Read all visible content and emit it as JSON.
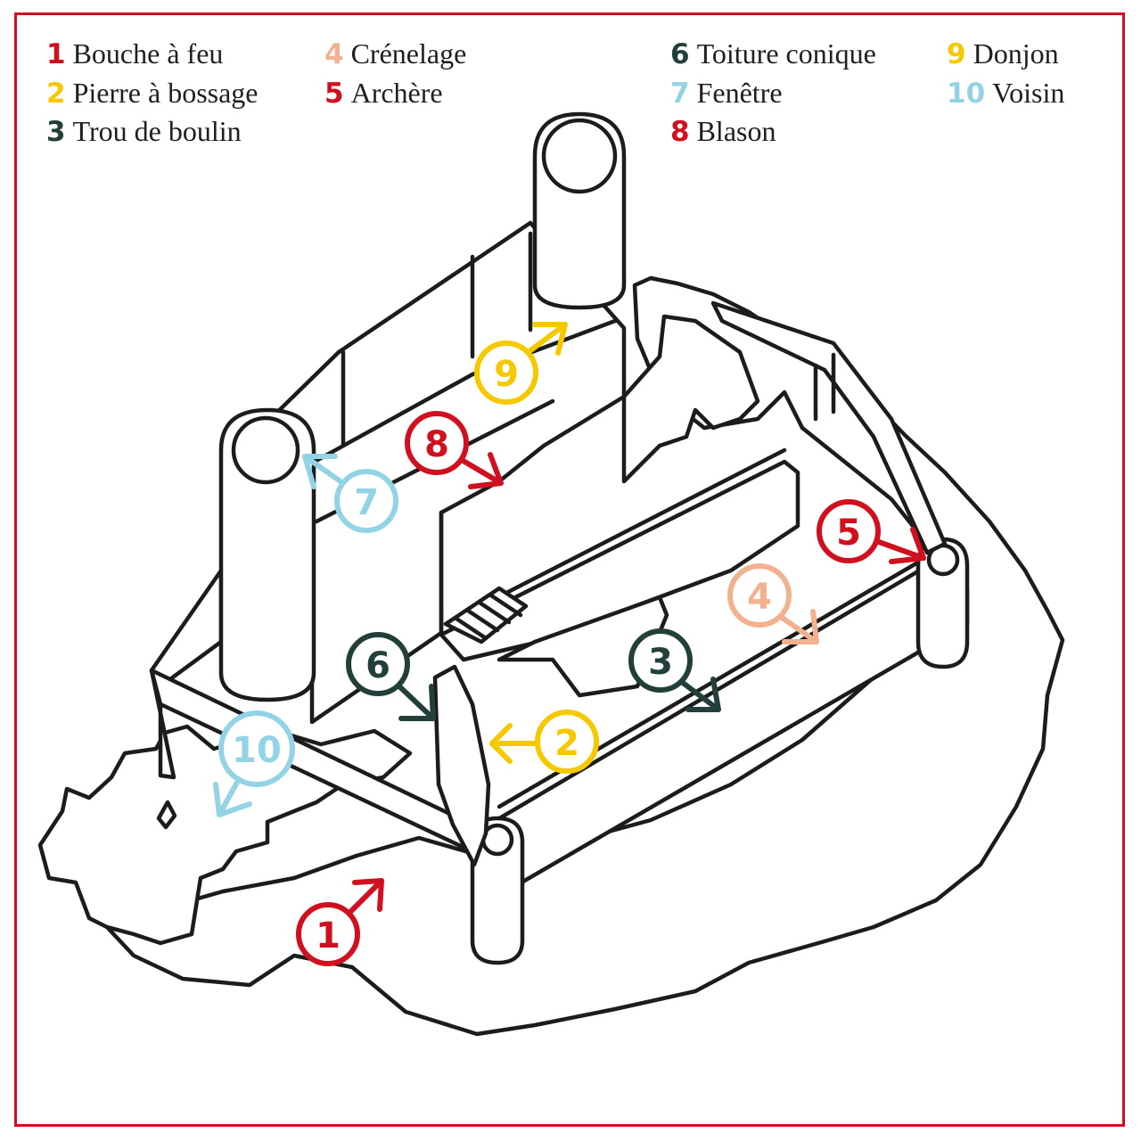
{
  "legend": [
    {
      "number": "1",
      "label": "Bouche à feu",
      "color": "#d0101e"
    },
    {
      "number": "2",
      "label": "Pierre à bossage",
      "color": "#f5c800"
    },
    {
      "number": "3",
      "label": "Trou de boulin",
      "color": "#223f3a"
    },
    {
      "number": "4",
      "label": "Crénelage",
      "color": "#f2b28f"
    },
    {
      "number": "5",
      "label": "Archère",
      "color": "#d0101e"
    },
    {
      "number": "6",
      "label": "Toiture conique",
      "color": "#223f3a"
    },
    {
      "number": "7",
      "label": "Fenêtre",
      "color": "#93d3e6"
    },
    {
      "number": "8",
      "label": "Blason",
      "color": "#d0101e"
    },
    {
      "number": "9",
      "label": "Donjon",
      "color": "#f5c800"
    },
    {
      "number": "10",
      "label": "Voisin",
      "color": "#93d3e6"
    }
  ],
  "markers": [
    {
      "number": "1",
      "color": "#d0101e"
    },
    {
      "number": "2",
      "color": "#f5c800"
    },
    {
      "number": "3",
      "color": "#223f3a"
    },
    {
      "number": "4",
      "color": "#f2b28f"
    },
    {
      "number": "5",
      "color": "#d0101e"
    },
    {
      "number": "6",
      "color": "#223f3a"
    },
    {
      "number": "7",
      "color": "#93d3e6"
    },
    {
      "number": "8",
      "color": "#d0101e"
    },
    {
      "number": "9",
      "color": "#f5c800"
    },
    {
      "number": "10",
      "color": "#93d3e6"
    }
  ],
  "frame_color": "#d0101e",
  "line_color": "#1c1c1c"
}
